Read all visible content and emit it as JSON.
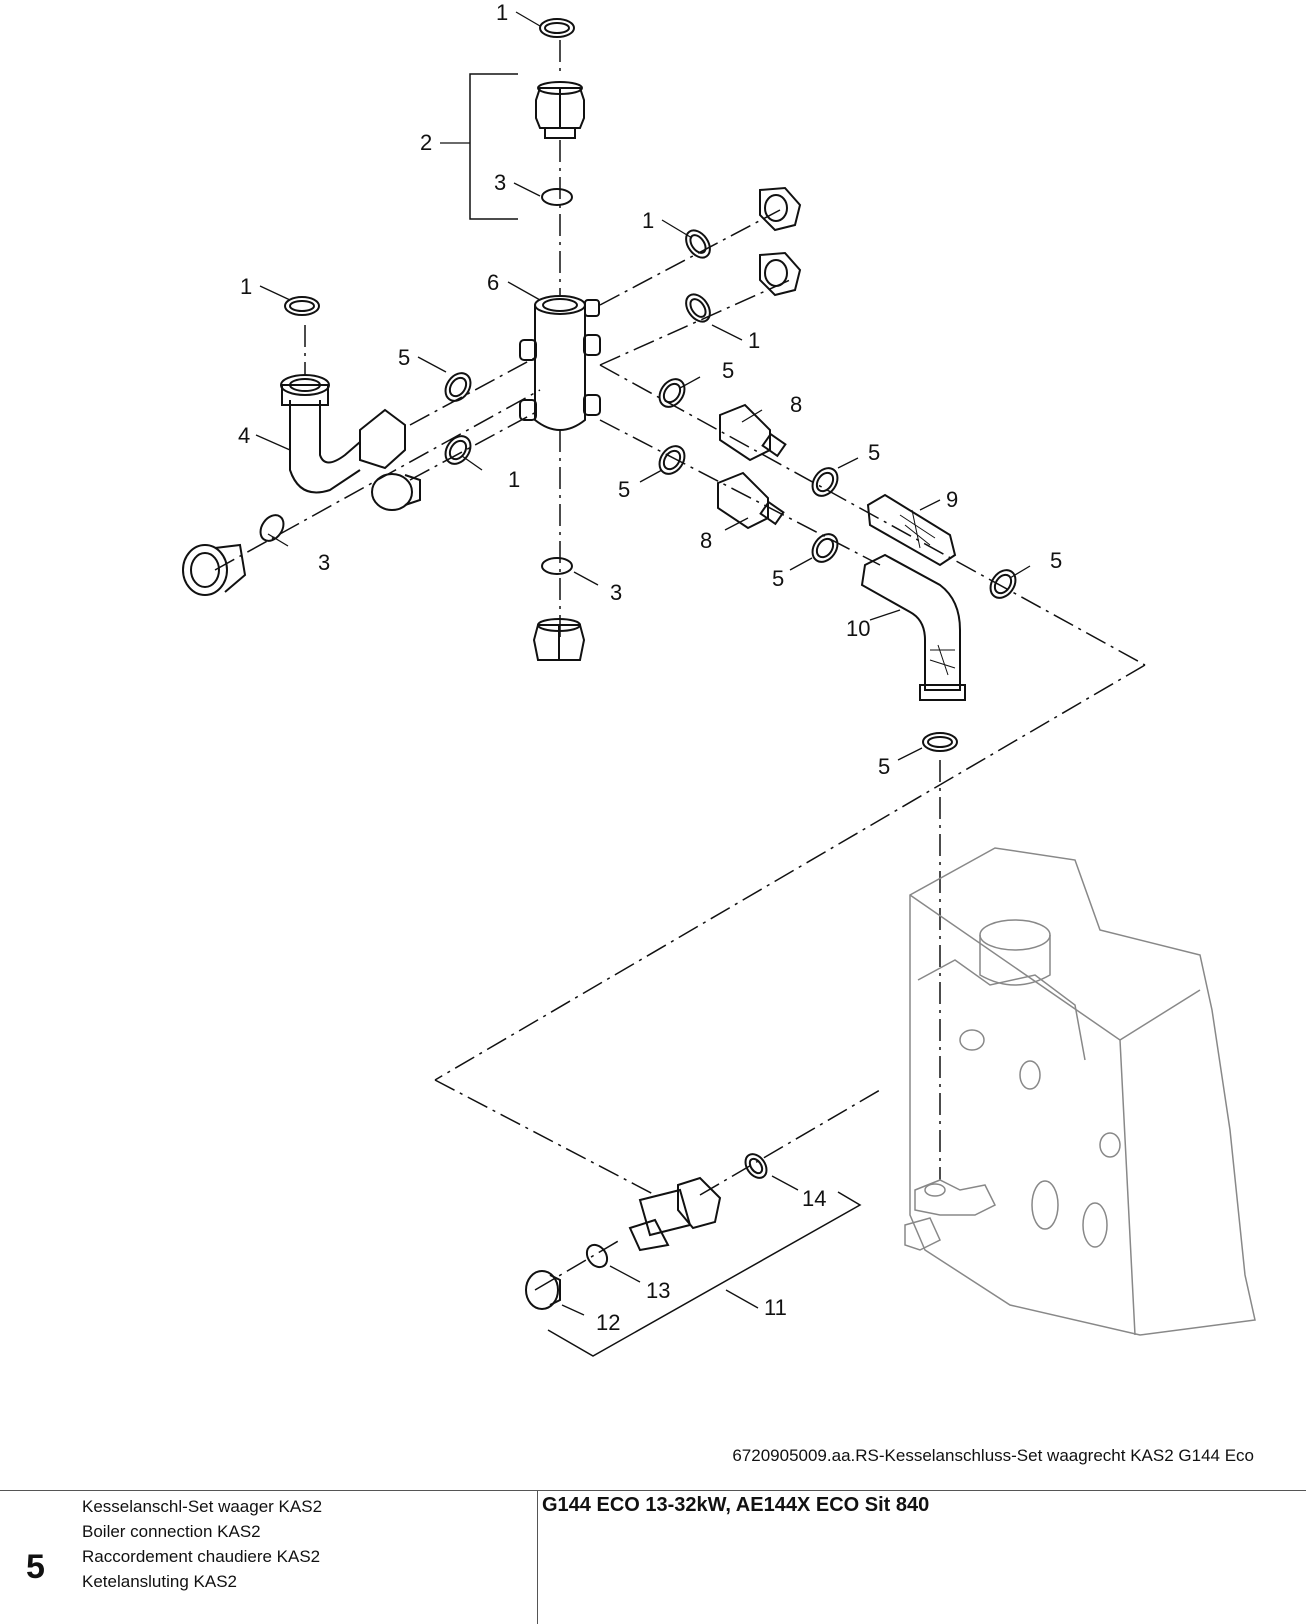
{
  "diagram": {
    "callouts": [
      "1",
      "2",
      "3",
      "1",
      "1",
      "6",
      "1",
      "5",
      "5",
      "8",
      "4",
      "1",
      "5",
      "5",
      "9",
      "3",
      "8",
      "5",
      "3",
      "5",
      "10",
      "5",
      "14",
      "13",
      "11",
      "12"
    ]
  },
  "caption": "6720905009.aa.RS-Kesselanschluss-Set waagrecht KAS2 G144 Eco",
  "footer": {
    "section_number": "5",
    "descriptions": [
      "Kesselanschl-Set waager KAS2",
      "Boiler connection KAS2",
      "Raccordement chaudiere KAS2",
      "Ketelansluting KAS2"
    ],
    "model_title": "G144 ECO 13-32kW, AE144X ECO Sit 840"
  }
}
